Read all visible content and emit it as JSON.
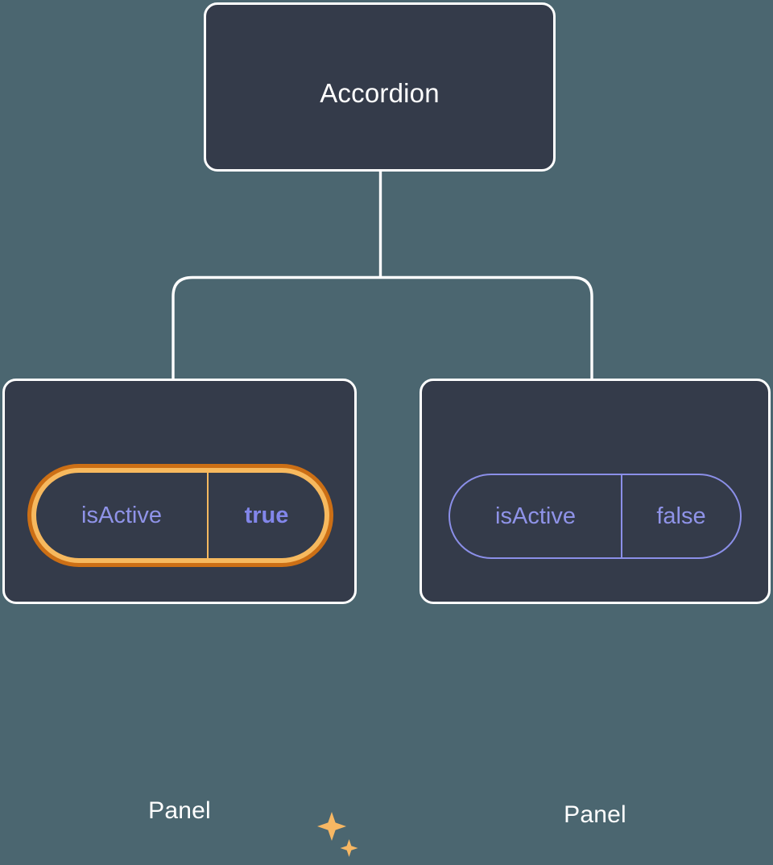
{
  "diagram": {
    "type": "component-tree",
    "background_color": "#4b6670",
    "node_fill_color": "#343b4a",
    "node_border_color": "#ffffff",
    "connector_color": "#ffffff",
    "nodes": {
      "root": {
        "title": "Accordion"
      },
      "panel_left": {
        "title": "Panel",
        "prop": {
          "key": "isActive",
          "value": "true",
          "highlighted": true,
          "highlight_outer_color": "#cc6f15",
          "highlight_inner_color": "#f7b95e",
          "key_text_color": "#8f93e8",
          "value_text_color": "#8286ea",
          "sparkle_color": "#f7b763"
        }
      },
      "panel_right": {
        "title": "Panel",
        "prop": {
          "key": "isActive",
          "value": "false",
          "highlighted": false,
          "border_color": "#8b8fe8",
          "key_text_color": "#8f93e8",
          "value_text_color": "#8f93e8"
        }
      }
    },
    "icons": {
      "sparkle_large": "sparkle-icon",
      "sparkle_small": "sparkle-icon"
    }
  }
}
